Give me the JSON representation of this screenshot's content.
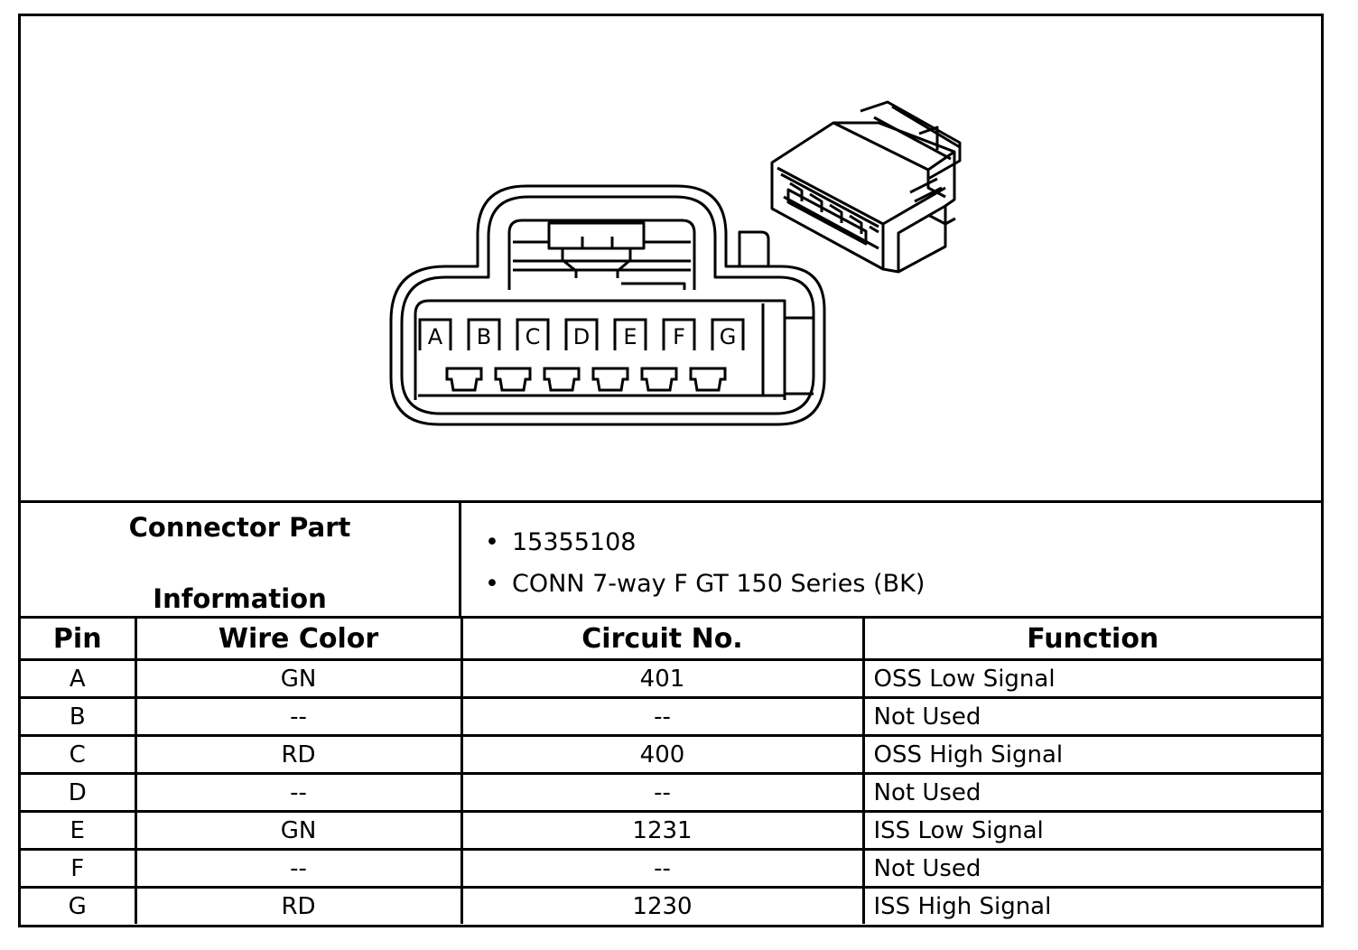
{
  "diagram": {
    "cavity_labels": [
      "A",
      "B",
      "C",
      "D",
      "E",
      "F",
      "G"
    ]
  },
  "connector_info": {
    "label_line1": "Connector Part",
    "label_line2": "Information",
    "items": [
      "15355108",
      "CONN 7-way F GT 150 Series (BK)"
    ],
    "bullet": "•"
  },
  "table": {
    "headers": {
      "pin": "Pin",
      "wire_color": "Wire Color",
      "circuit": "Circuit No.",
      "function": "Function"
    },
    "rows": [
      {
        "pin": "A",
        "wire_color": "GN",
        "circuit": "401",
        "function": "OSS Low Signal"
      },
      {
        "pin": "B",
        "wire_color": "--",
        "circuit": "--",
        "function": "Not Used"
      },
      {
        "pin": "C",
        "wire_color": "RD",
        "circuit": "400",
        "function": "OSS High Signal"
      },
      {
        "pin": "D",
        "wire_color": "--",
        "circuit": "--",
        "function": "Not Used"
      },
      {
        "pin": "E",
        "wire_color": "GN",
        "circuit": "1231",
        "function": "ISS Low Signal"
      },
      {
        "pin": "F",
        "wire_color": "--",
        "circuit": "--",
        "function": "Not Used"
      },
      {
        "pin": "G",
        "wire_color": "RD",
        "circuit": "1230",
        "function": "ISS High Signal"
      }
    ]
  }
}
